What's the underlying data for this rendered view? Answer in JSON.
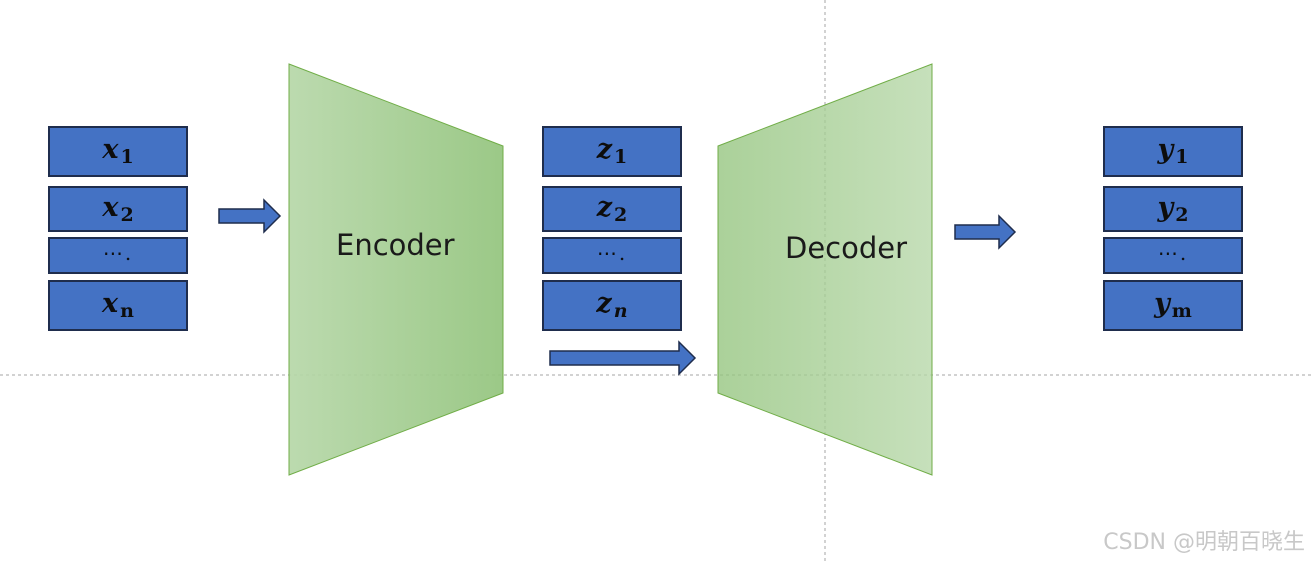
{
  "encoder": {
    "label": "Encoder"
  },
  "decoder": {
    "label": "Decoder"
  },
  "inputs": {
    "items": [
      {
        "var": "x",
        "sub": "1"
      },
      {
        "var": "x",
        "sub": "2"
      },
      {
        "ellipsis": "⋯."
      },
      {
        "var": "x",
        "sub": "n"
      }
    ]
  },
  "latents": {
    "items": [
      {
        "var": "z",
        "sub": "1"
      },
      {
        "var": "z",
        "sub": "2"
      },
      {
        "ellipsis": "⋯."
      },
      {
        "var": "z",
        "sub": "n"
      }
    ]
  },
  "outputs": {
    "items": [
      {
        "var": "y",
        "sub": "1"
      },
      {
        "var": "y",
        "sub": "2"
      },
      {
        "ellipsis": "⋯."
      },
      {
        "var": "y",
        "sub": "m"
      }
    ]
  },
  "watermark": "CSDN @明朝百晓生",
  "colors": {
    "token_box": "#4472c4",
    "token_border": "#1f2d4d",
    "trapezoid_light": "#b6d7a8",
    "trapezoid_dark": "#93c47d",
    "trapezoid_border": "#70ad47"
  }
}
